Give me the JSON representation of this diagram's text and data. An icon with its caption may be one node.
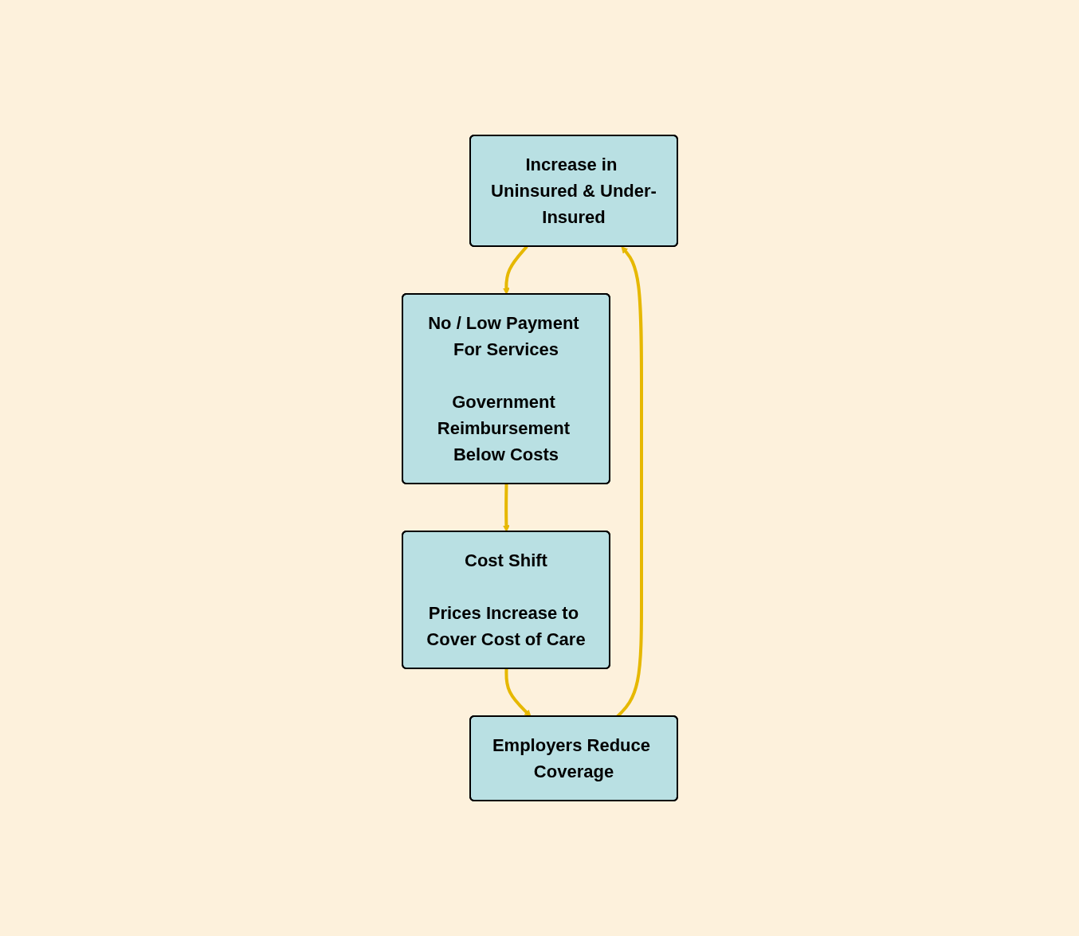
{
  "diagram": {
    "nodes": [
      {
        "text": [
          "Increase in Uninsured & Under-Insured"
        ]
      },
      {
        "text": [
          "No / Low Payment For Services",
          "Government Reimbursement Below Costs"
        ]
      },
      {
        "text": [
          "Cost Shift",
          "Prices Increase to Cover Cost of Care"
        ]
      },
      {
        "text": [
          "Employers Reduce Coverage"
        ]
      }
    ],
    "edges": [
      {
        "from": 0,
        "to": 1,
        "arrow": "to"
      },
      {
        "from": 1,
        "to": 2,
        "arrow": "to"
      },
      {
        "from": 2,
        "to": 3,
        "arrow": "to"
      },
      {
        "from": 3,
        "to": 0,
        "arrow": "to"
      }
    ]
  }
}
